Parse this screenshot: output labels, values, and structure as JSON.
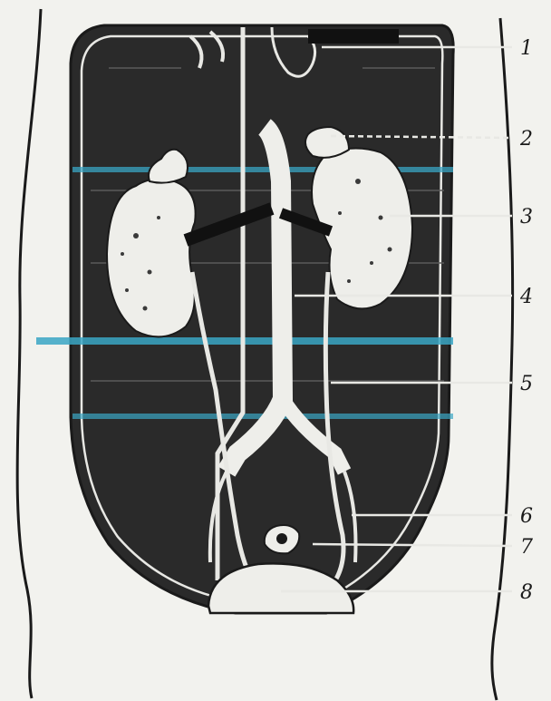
{
  "diagram": {
    "labels": [
      {
        "id": "1",
        "text": "1"
      },
      {
        "id": "2",
        "text": "2"
      },
      {
        "id": "3",
        "text": "3"
      },
      {
        "id": "4",
        "text": "4"
      },
      {
        "id": "5",
        "text": "5"
      },
      {
        "id": "6",
        "text": "6"
      },
      {
        "id": "7",
        "text": "7"
      },
      {
        "id": "8",
        "text": "8"
      }
    ]
  },
  "colors": {
    "background": "#f2f2ee",
    "cavity": "#2a2a2a",
    "ink": "#1a1a1a",
    "organ": "#eeeeea",
    "scan_band": "#3aa6c4"
  }
}
